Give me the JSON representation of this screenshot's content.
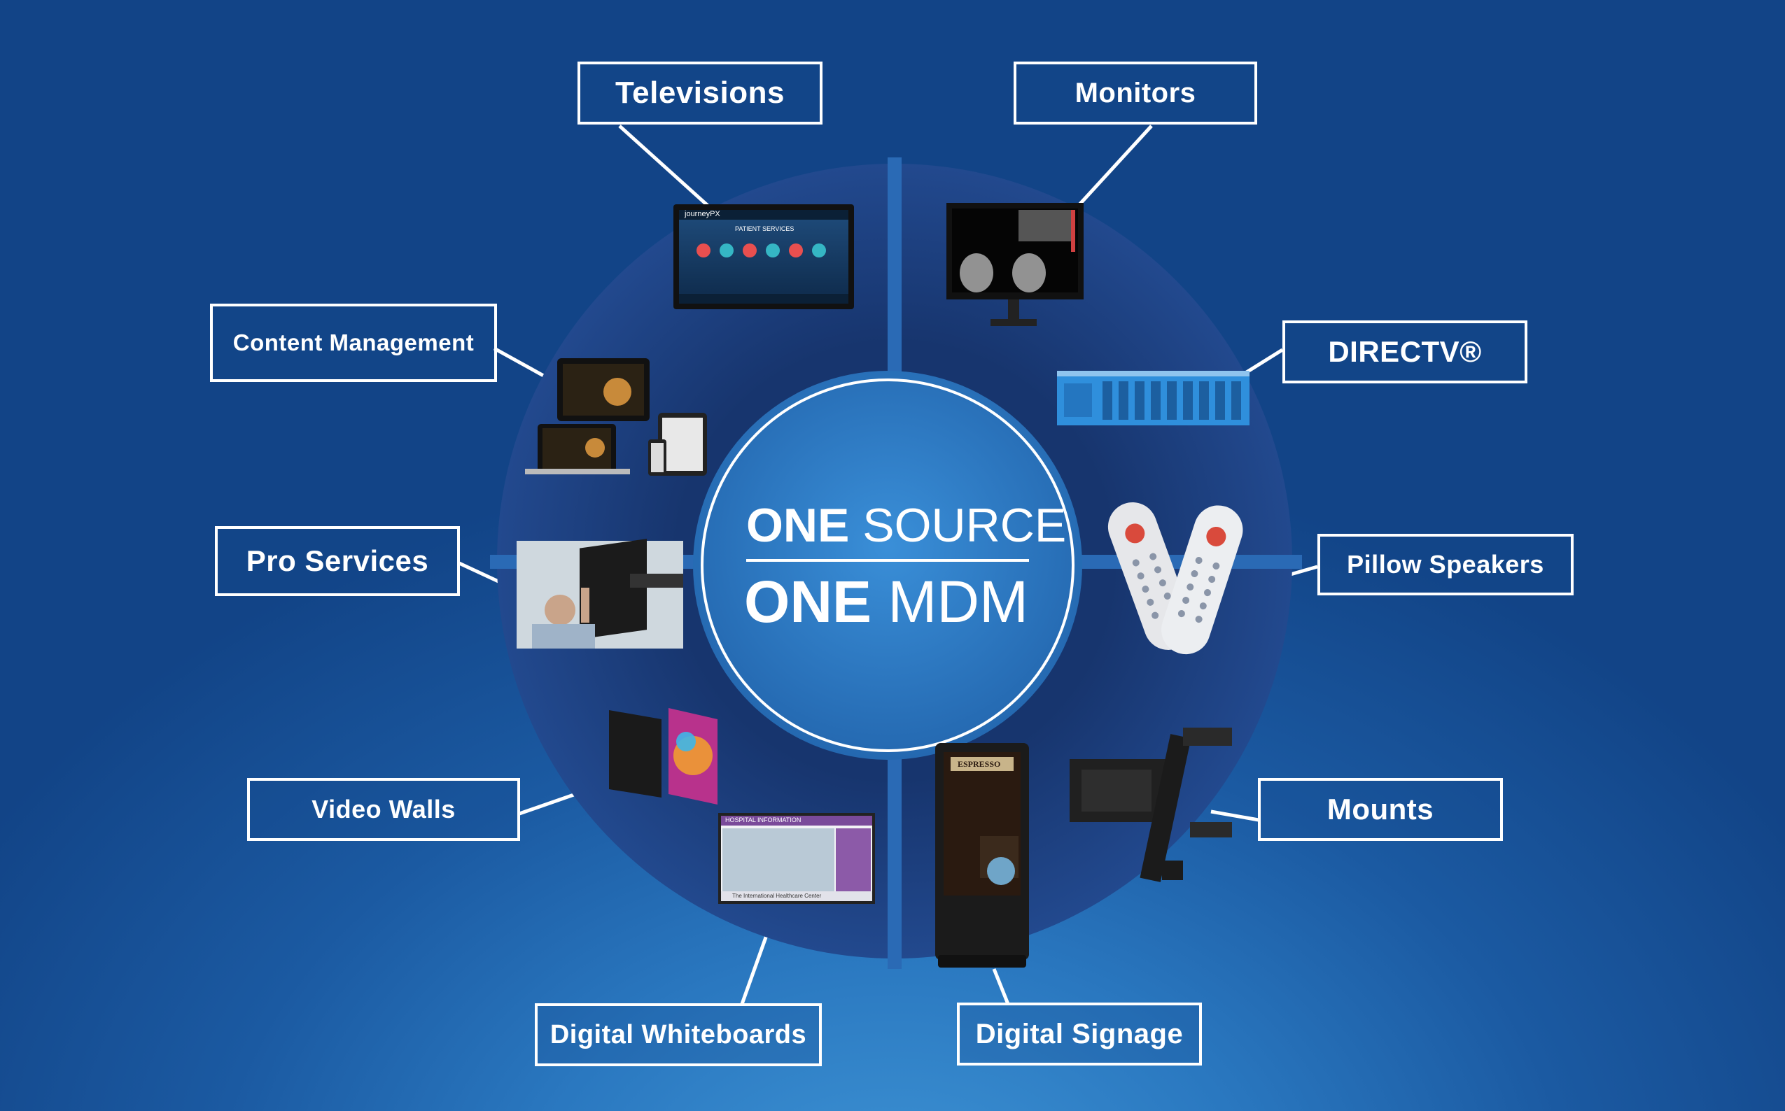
{
  "center": {
    "line1_bold": "ONE",
    "line1_light": "SOURCE",
    "line2_bold": "ONE",
    "line2_light": "MDM"
  },
  "labels": {
    "televisions": "Televisions",
    "monitors": "Monitors",
    "content_management": "Content Management",
    "directv": "DIRECTV®",
    "pro_services": "Pro Services",
    "pillow_speakers": "Pillow Speakers",
    "video_walls": "Video Walls",
    "mounts": "Mounts",
    "digital_whiteboards": "Digital Whiteboards",
    "digital_signage": "Digital Signage"
  },
  "screens": {
    "tv_brand": "journeyPX",
    "tv_heading": "PATIENT SERVICES",
    "whiteboard_heading": "HOSPITAL INFORMATION",
    "whiteboard_footer": "The International Healthcare Center",
    "signage_heading": "ESPRESSO"
  },
  "colors": {
    "ring": "#1e3f7c",
    "ring_dark": "#152f63",
    "inner_disc": "#2c7dc7",
    "label_border": "#ffffff"
  }
}
